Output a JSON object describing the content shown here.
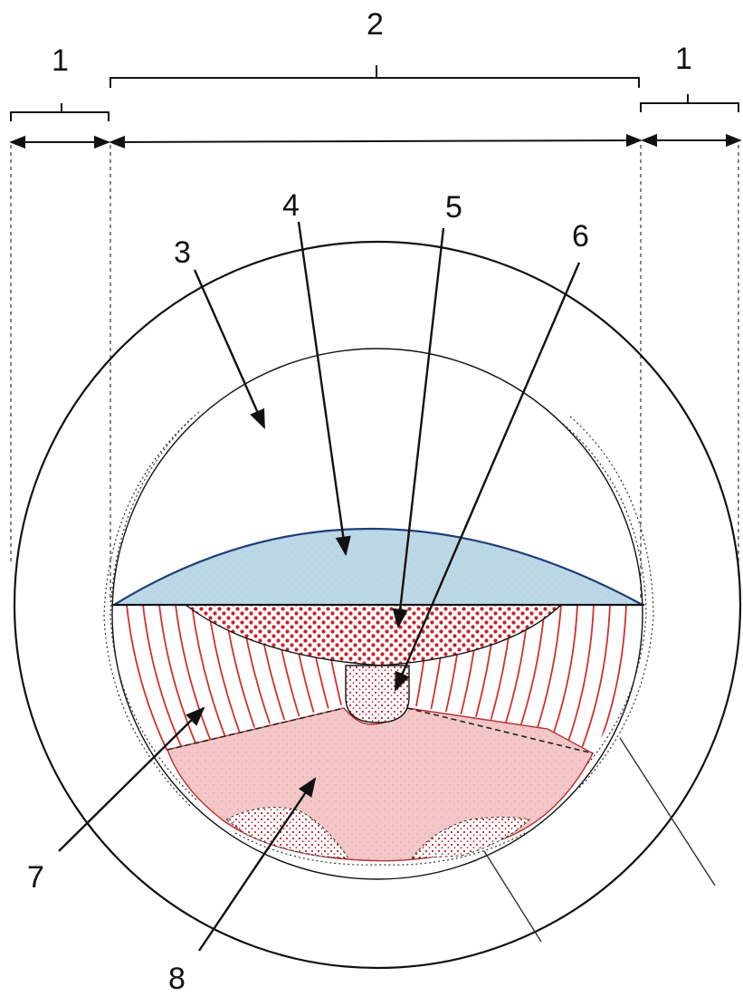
{
  "labels": {
    "l1_left": "1",
    "l2": "2",
    "l1_right": "1",
    "l3": "3",
    "l4": "4",
    "l5": "5",
    "l6": "6",
    "l7": "7",
    "l8": "8"
  },
  "colors": {
    "blue_region": "#bcd8e6",
    "blue_edge": "#1f3f7a",
    "red_dots": "#c8202a",
    "red_lines": "#d23030",
    "pink_region": "#f3c7c7",
    "ink": "#111111"
  }
}
